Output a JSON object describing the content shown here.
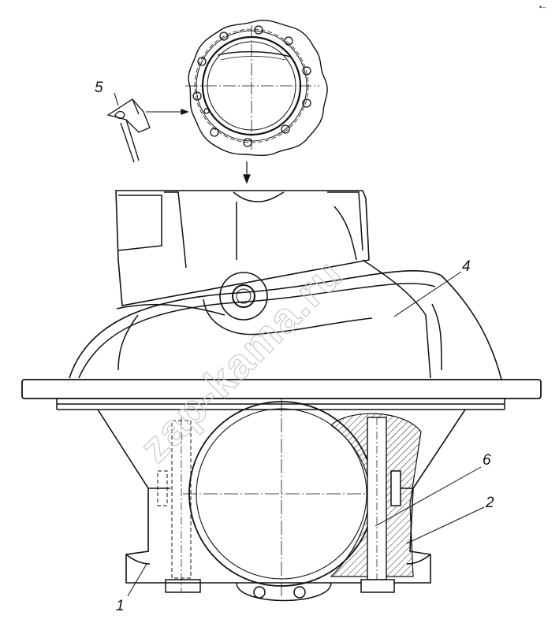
{
  "callouts": [
    {
      "id": "c1",
      "label": "1"
    },
    {
      "id": "c2",
      "label": "2"
    },
    {
      "id": "c4",
      "label": "4"
    },
    {
      "id": "c5",
      "label": "5"
    },
    {
      "id": "c6",
      "label": "6"
    }
  ],
  "watermark": "zap-kama.ru",
  "corner_mark": "•–"
}
